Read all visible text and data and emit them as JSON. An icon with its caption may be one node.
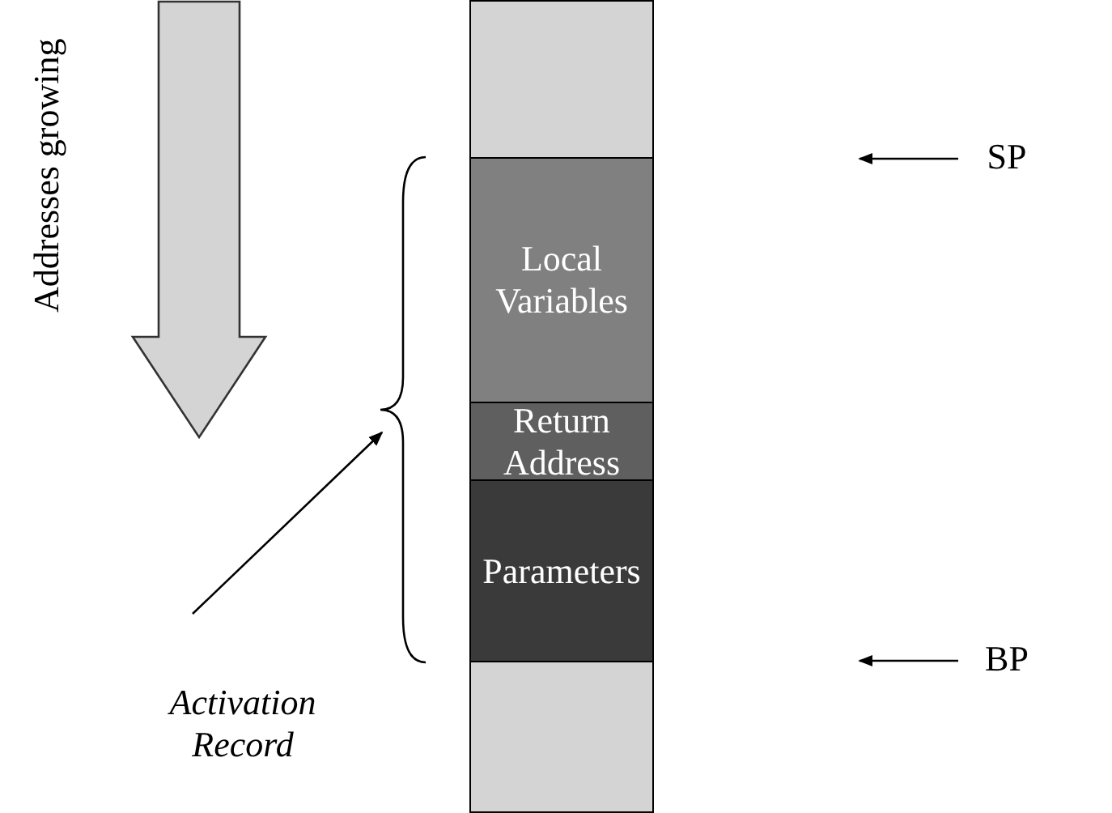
{
  "diagram": {
    "nodes": [
      {
        "text": [],
        "shape": "box"
      },
      {
        "text": [
          "Local Variables"
        ]
      },
      {
        "text": [
          "Return Address"
        ]
      },
      {
        "text": [
          "Parameters"
        ]
      },
      {
        "text": [],
        "shape": "box"
      },
      {
        "text": [
          "SP"
        ]
      },
      {
        "text": [
          "BP"
        ]
      },
      {
        "text": [],
        "shape": "brace"
      },
      {
        "text": [
          "Activation Record"
        ]
      }
    ],
    "edges": [
      {
        "from": 5,
        "to": null,
        "arrow": "to"
      },
      {
        "from": 6,
        "to": null,
        "arrow": "to"
      },
      {
        "from": 8,
        "to": 7,
        "arrow": "to"
      }
    ],
    "labels": [
      "Addresses growing"
    ]
  }
}
